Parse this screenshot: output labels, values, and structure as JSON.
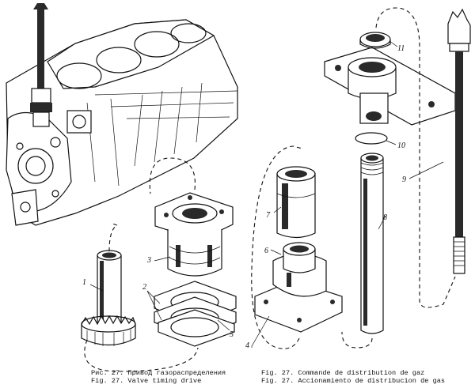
{
  "callouts": [
    "1",
    "2",
    "3",
    "4",
    "5",
    "6",
    "7",
    "8",
    "9",
    "10",
    "11"
  ],
  "caption": {
    "ru": "Рис. 27. Привод газораспределения",
    "en": "Fig. 27. Valve timing drive",
    "fr": "Fig. 27. Commande de distribution de gaz",
    "es": "Fig. 27. Accionamiento de distribucion de gas"
  }
}
